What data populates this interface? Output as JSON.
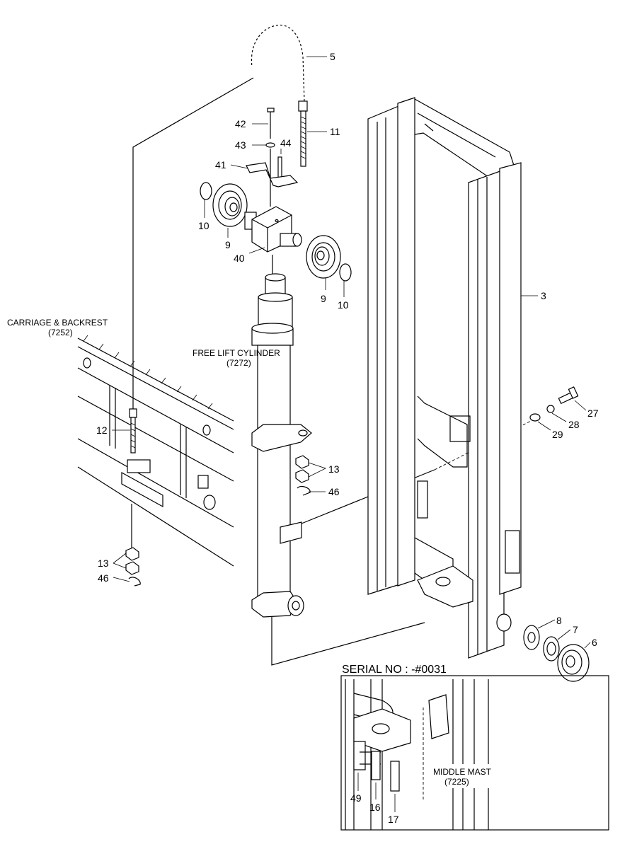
{
  "labels": {
    "carriage_title": "CARRIAGE & BACKREST",
    "carriage_code": "(7252)",
    "cylinder_title": "FREE LIFT CYLINDER",
    "cylinder_code": "(7272)",
    "serial": "SERIAL NO : -#0031",
    "middle_mast_title": "MIDDLE MAST",
    "middle_mast_code": "(7225)"
  },
  "callouts": {
    "p5": "5",
    "p11": "11",
    "p42": "42",
    "p43": "43",
    "p44": "44",
    "p41": "41",
    "p10a": "10",
    "p9a": "9",
    "p40": "40",
    "p9b": "9",
    "p10b": "10",
    "p3": "3",
    "p12": "12",
    "p13a": "13",
    "p46a": "46",
    "p13b": "13",
    "p46b": "46",
    "p27": "27",
    "p28": "28",
    "p29": "29",
    "p8": "8",
    "p7": "7",
    "p6": "6",
    "p49": "49",
    "p16": "16",
    "p17": "17"
  }
}
